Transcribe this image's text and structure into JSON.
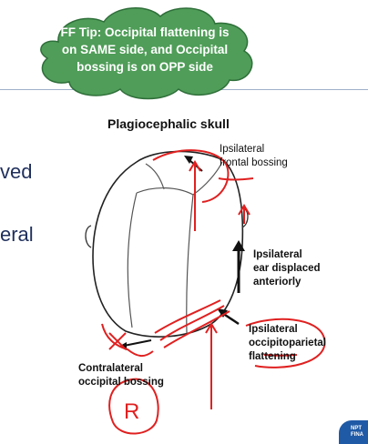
{
  "slide": {
    "partial_word_1": "ved",
    "partial_word_2": "eral"
  },
  "tip_cloud": {
    "line1": "FF Tip: Occipital flattening is",
    "line2": "on SAME side, and Occipital",
    "line3": "bossing is on OPP side",
    "fill_color": "#4f9d58"
  },
  "diagram": {
    "title": "Plagiocephalic skull",
    "labels": {
      "frontal": [
        "Ipsilateral",
        "frontal bossing"
      ],
      "ear": [
        "Ipsilateral",
        "ear displaced",
        "anteriorly"
      ],
      "occipital": [
        "Ipsilateral",
        "occipitoparietal",
        "flattening"
      ],
      "contralateral": [
        "Contralateral",
        "occipital bossing"
      ]
    },
    "handwritten_letter": "R",
    "annotation_color": "#e02020"
  },
  "logo": {
    "line1": "NPT",
    "line2": "FINA"
  }
}
